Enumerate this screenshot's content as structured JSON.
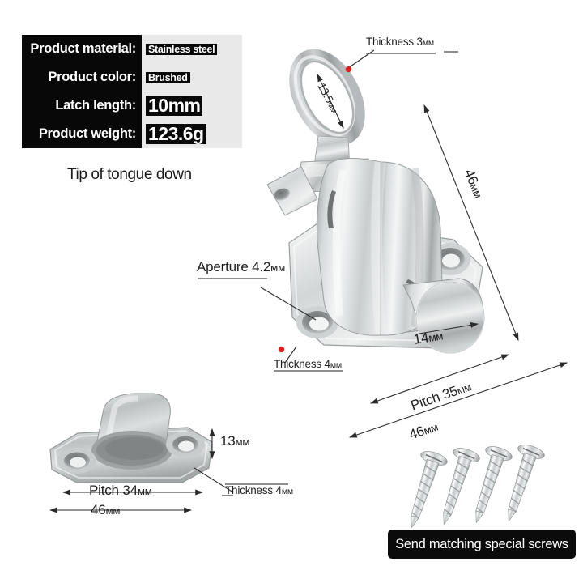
{
  "page": {
    "background": "#ffffff",
    "accent_marker_color": "#e01b1b",
    "caption_bg": "#0b0b0b"
  },
  "spec_table": {
    "rows": [
      {
        "label": "Product material:",
        "value": "Stainless steel",
        "size": "small"
      },
      {
        "label": "Product color:",
        "value": "Brushed",
        "size": "small"
      },
      {
        "label": "Latch length:",
        "value": "10mm",
        "size": "large"
      },
      {
        "label": "Product weight:",
        "value": "123.6g",
        "size": "large"
      }
    ]
  },
  "captions": {
    "tip_of_tongue": "Tip of tongue down",
    "screws_note": "Send matching special screws"
  },
  "annotations": {
    "ring_thickness": {
      "text": "Thickness 3",
      "unit": "мм"
    },
    "ring_width": {
      "text": "13.5",
      "unit": "мм"
    },
    "body_length": {
      "text": "46",
      "unit": "мм"
    },
    "bolt_diameter": {
      "text": "14",
      "unit": "мм"
    },
    "aperture": {
      "text": "Aperture 4.2",
      "unit": "мм"
    },
    "plate_thickness": {
      "text": "Thickness 4",
      "unit": "мм"
    },
    "pitch_main": {
      "text": "Pitch 35",
      "unit": "мм"
    },
    "base_length_main": {
      "text": "46",
      "unit": "мм"
    },
    "keeper_height": {
      "text": "13",
      "unit": "мм"
    },
    "keeper_pitch": {
      "text": "Pitch 34",
      "unit": "мм"
    },
    "keeper_length": {
      "text": "46",
      "unit": "мм"
    },
    "keeper_thickness": {
      "text": "Thickness 4",
      "unit": "мм"
    }
  },
  "parts": {
    "main_latch": "spring-loaded-door-latch-bolt",
    "keeper": "strike-bracket-keeper",
    "screws_count": 4
  }
}
